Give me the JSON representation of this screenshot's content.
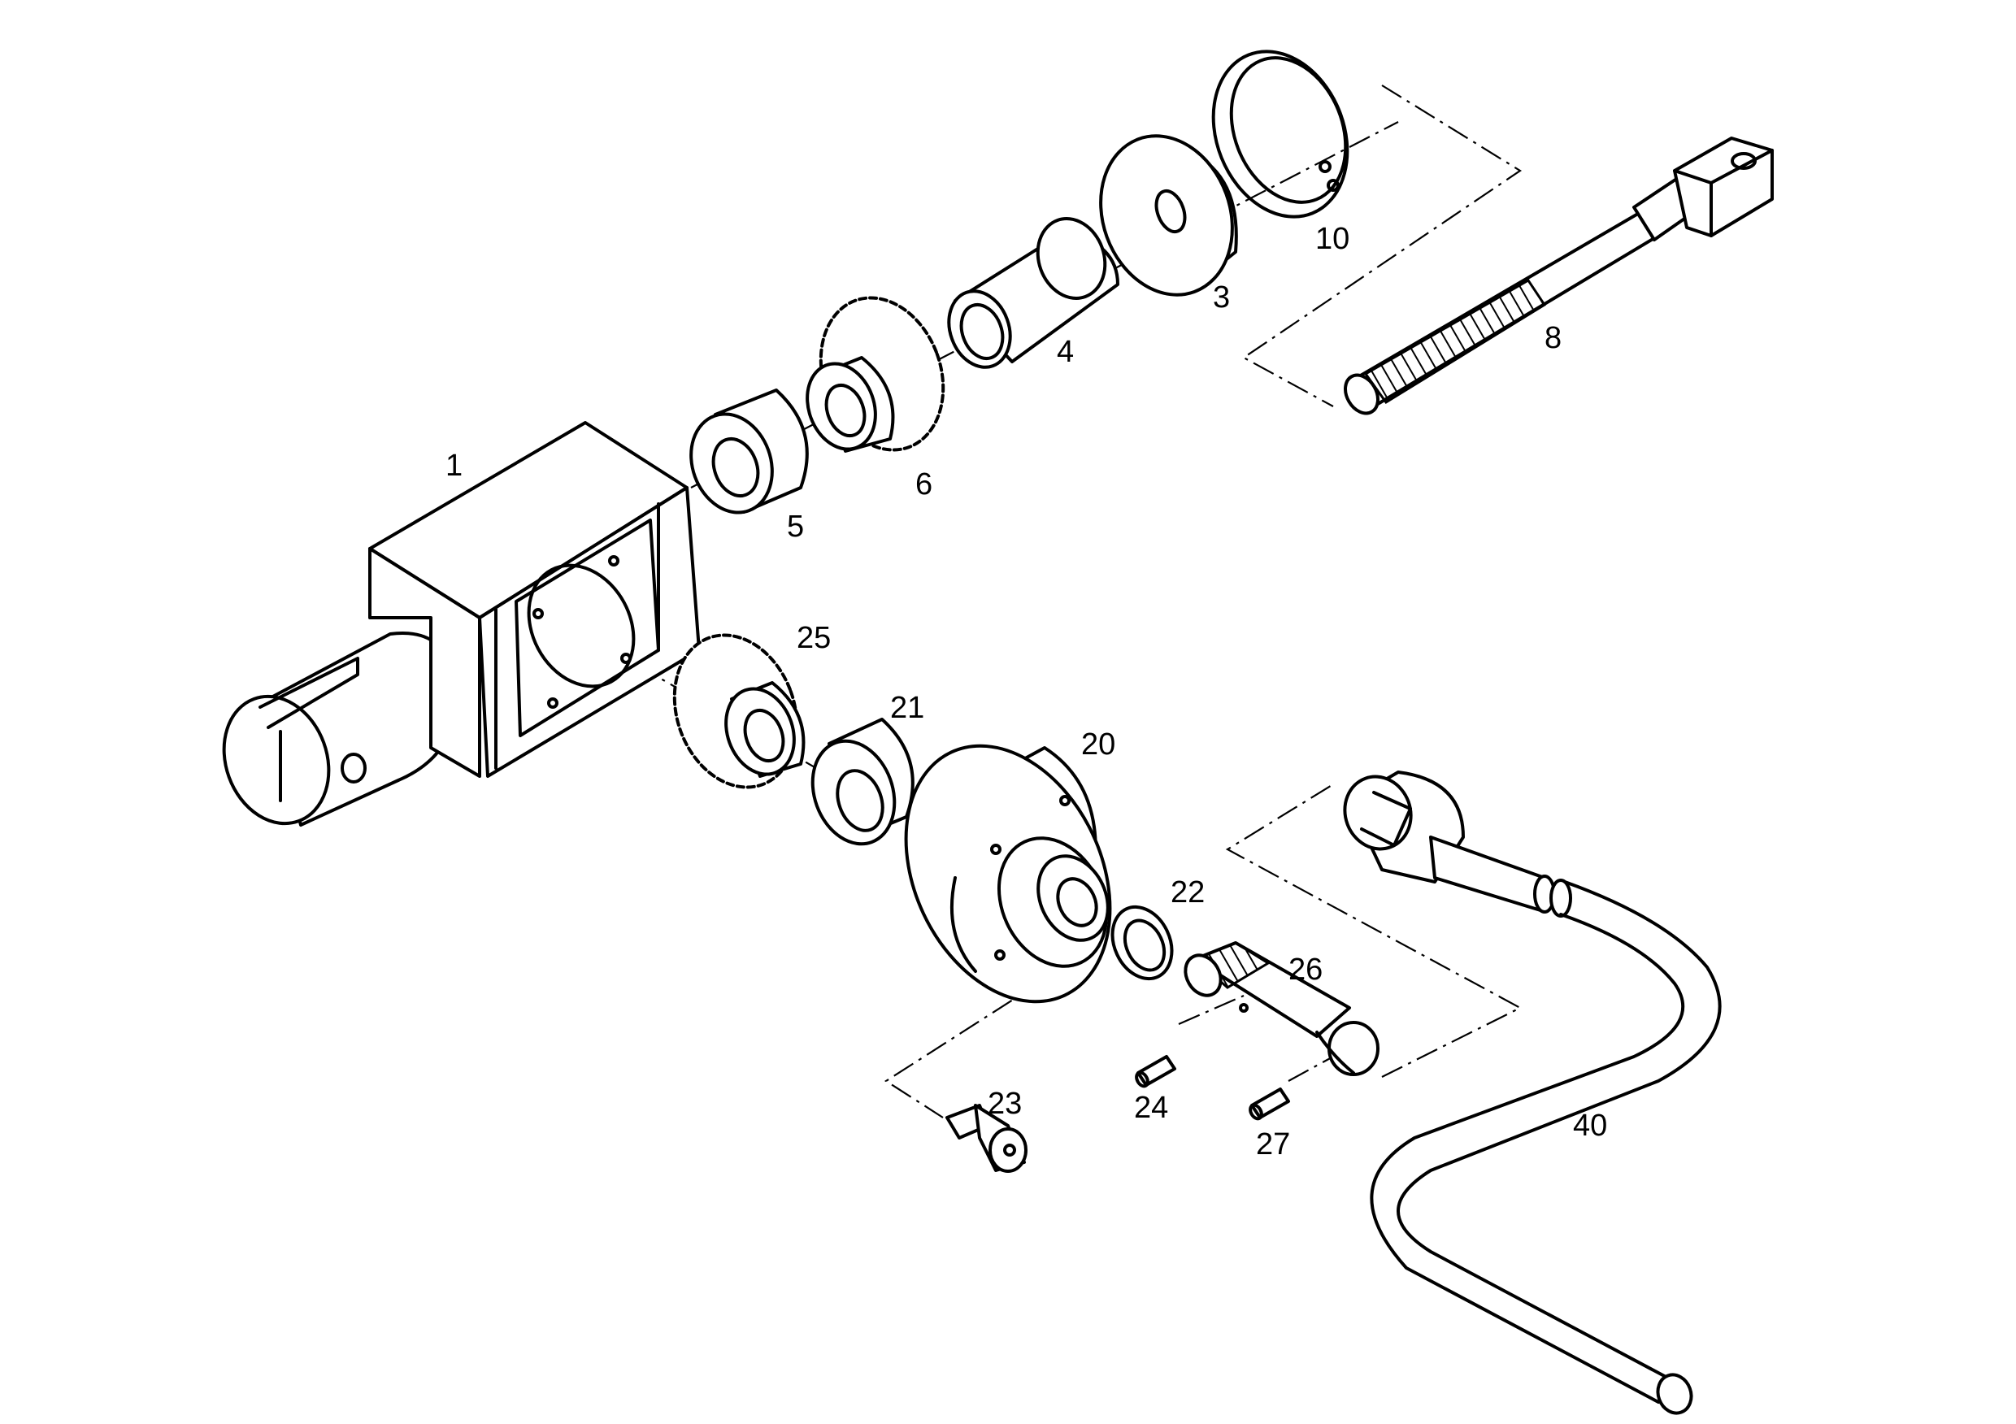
{
  "diagram": {
    "parts": [
      {
        "id": "p1",
        "label": "1"
      },
      {
        "id": "p3",
        "label": "3"
      },
      {
        "id": "p4",
        "label": "4"
      },
      {
        "id": "p5",
        "label": "5"
      },
      {
        "id": "p6",
        "label": "6"
      },
      {
        "id": "p8",
        "label": "8"
      },
      {
        "id": "p10",
        "label": "10"
      },
      {
        "id": "p20",
        "label": "20"
      },
      {
        "id": "p21",
        "label": "21"
      },
      {
        "id": "p22",
        "label": "22"
      },
      {
        "id": "p23",
        "label": "23"
      },
      {
        "id": "p24",
        "label": "24"
      },
      {
        "id": "p25",
        "label": "25"
      },
      {
        "id": "p26",
        "label": "26"
      },
      {
        "id": "p27",
        "label": "27"
      },
      {
        "id": "p40",
        "label": "40"
      }
    ]
  }
}
